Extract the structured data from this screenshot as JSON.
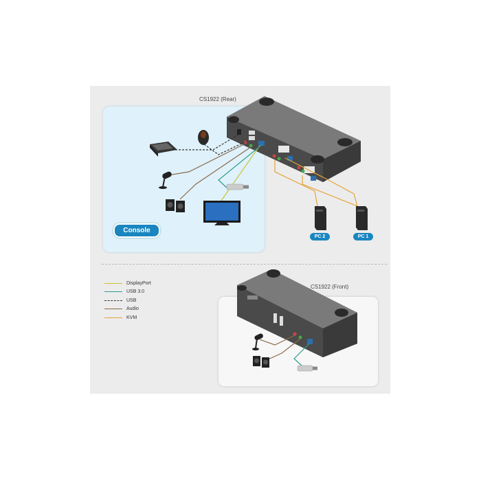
{
  "titles": {
    "rear": "CS1922 (Rear)",
    "front": "CS1922 (Front)"
  },
  "labels": {
    "console": "Console",
    "pc2": "PC 2",
    "pc1": "PC 1"
  },
  "legend": [
    {
      "label": "DisplayPort",
      "color": "#c9c23a",
      "style": "solid"
    },
    {
      "label": "USB 3.0",
      "color": "#2e9c8c",
      "style": "solid"
    },
    {
      "label": "USB",
      "color": "#333333",
      "style": "dashed"
    },
    {
      "label": "Audio",
      "color": "#8a6a4a",
      "style": "solid"
    },
    {
      "label": "KVM",
      "color": "#e5a23a",
      "style": "solid"
    }
  ],
  "colors": {
    "accent": "#1a86c0",
    "console_bg": "#dff1fa",
    "device": "#5d5d5d"
  },
  "icons": [
    "keyboard-icon",
    "mouse-icon",
    "microphone-icon",
    "speakers-icon",
    "monitor-icon",
    "usb-drive-icon",
    "pc-tower-icon"
  ]
}
